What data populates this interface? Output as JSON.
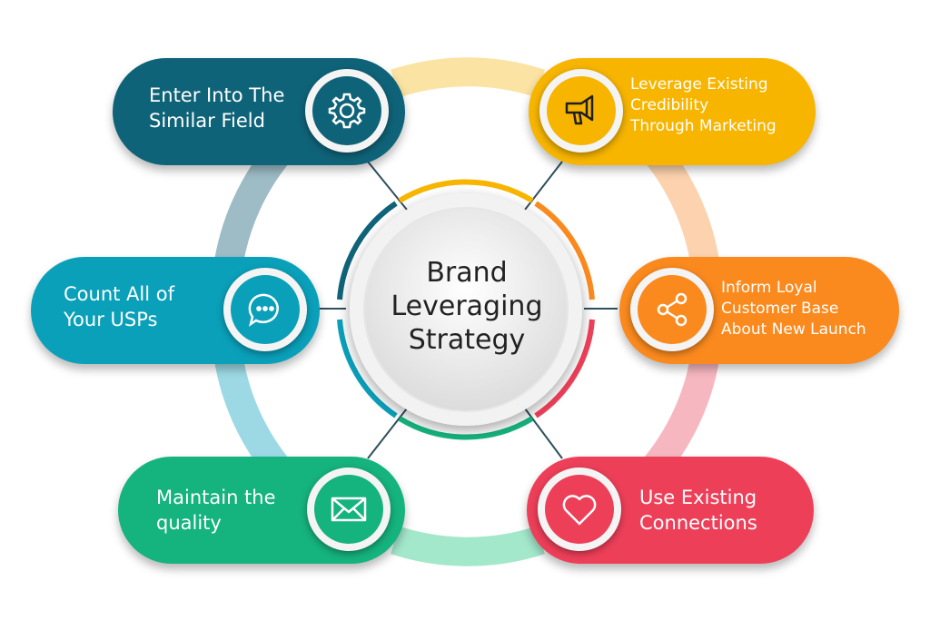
{
  "center": {
    "title": "Brand\nLeveraging\nStrategy"
  },
  "colors": {
    "teal_dark": "#0f6378",
    "teal": "#0aa0ba",
    "green": "#15b37d",
    "yellow": "#f7b500",
    "orange": "#fb8a1e",
    "red": "#ee3f59"
  },
  "items": [
    {
      "label": "Enter Into The\nSimilar Field",
      "icon": "gear-icon",
      "color": "#0f6378"
    },
    {
      "label": "Leverage Existing\nCredibility\nThrough Marketing",
      "icon": "megaphone-icon",
      "color": "#f7b500"
    },
    {
      "label": "Count All of\nYour USPs",
      "icon": "chat-bubble-icon",
      "color": "#0aa0ba"
    },
    {
      "label": "Inform Loyal\nCustomer Base\nAbout New Launch",
      "icon": "share-icon",
      "color": "#fb8a1e"
    },
    {
      "label": "Maintain the\nquality",
      "icon": "envelope-icon",
      "color": "#15b37d"
    },
    {
      "label": "Use Existing\nConnections",
      "icon": "heart-icon",
      "color": "#ee3f59"
    }
  ]
}
